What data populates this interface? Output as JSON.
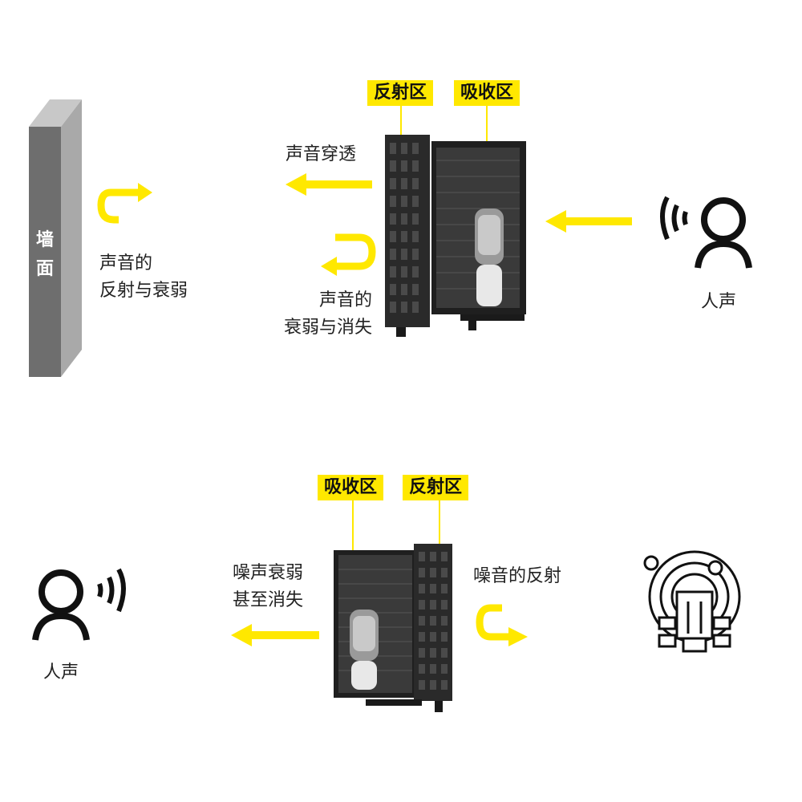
{
  "wall": {
    "label_line1": "墙",
    "label_line2": "面"
  },
  "top": {
    "tag_reflect": "反射区",
    "tag_absorb": "吸收区",
    "penetration": "声音穿透",
    "wall_reflect_line1": "声音的",
    "wall_reflect_line2": "反射与衰弱",
    "decay_line1": "声音的",
    "decay_line2": "衰弱与消失",
    "voice": "人声"
  },
  "bottom": {
    "tag_absorb": "吸收区",
    "tag_reflect": "反射区",
    "noise_decay_line1": "噪声衰弱",
    "noise_decay_line2": "甚至消失",
    "noise_reflect": "噪音的反射",
    "voice": "人声"
  },
  "colors": {
    "accent": "#ffe800",
    "wall": "#6e6e6e",
    "panel": "#2a2a2a"
  },
  "icons": [
    "wall",
    "return-arrow-icon",
    "left-arrow-icon",
    "person-sound-icon",
    "noise-icon",
    "mic-shield"
  ]
}
